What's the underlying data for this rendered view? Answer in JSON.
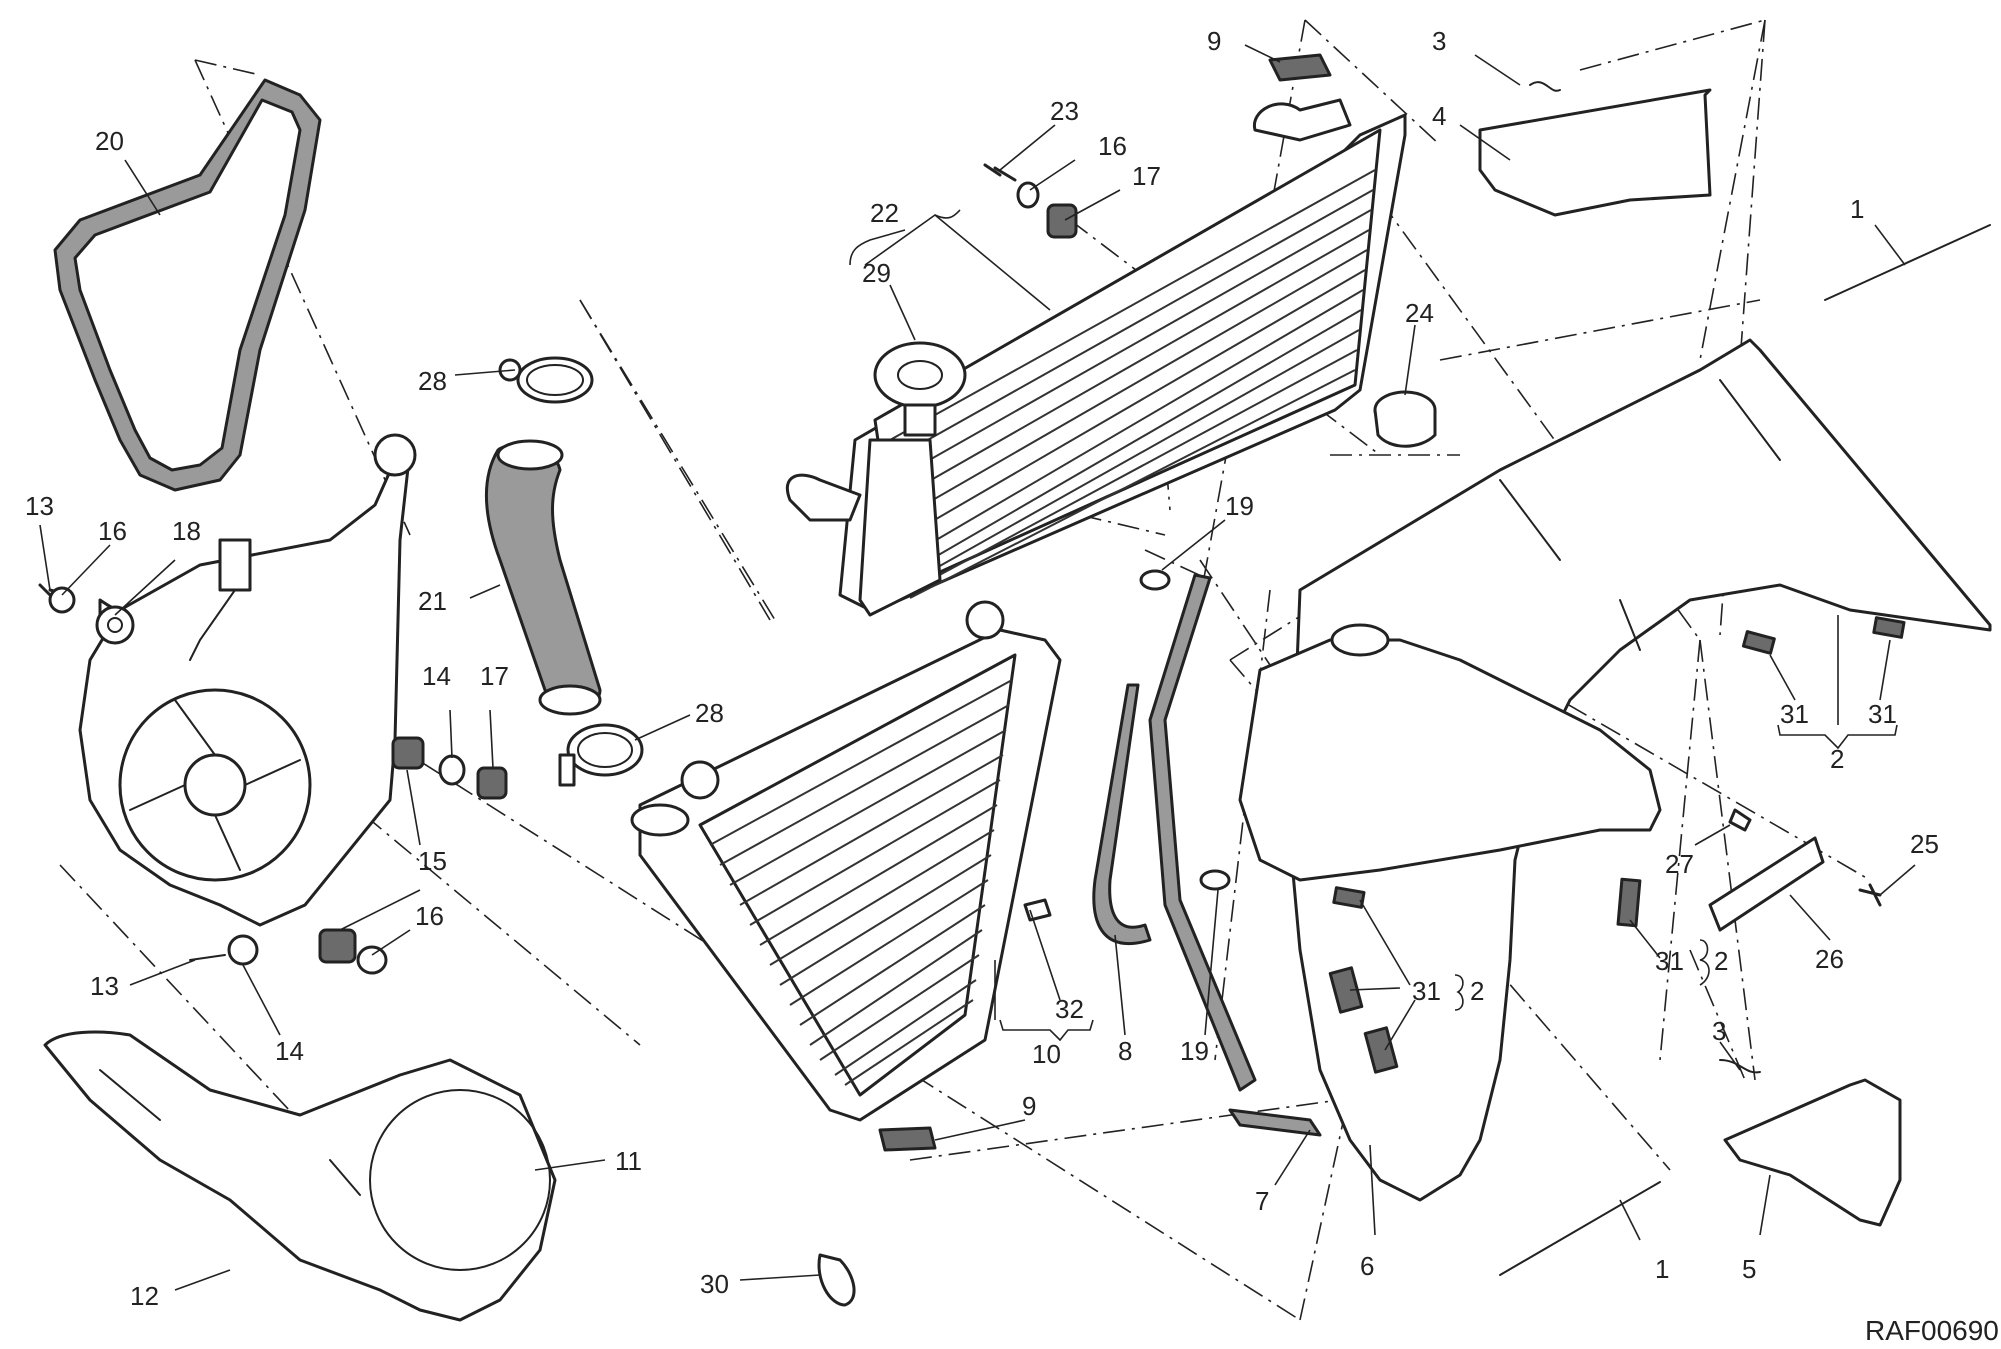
{
  "diagram": {
    "drawing_id": "RAF00690",
    "callouts": [
      {
        "id": "c-20",
        "text": "20"
      },
      {
        "id": "c-13a",
        "text": "13"
      },
      {
        "id": "c-16a",
        "text": "16"
      },
      {
        "id": "c-18",
        "text": "18"
      },
      {
        "id": "c-28a",
        "text": "28"
      },
      {
        "id": "c-21",
        "text": "21"
      },
      {
        "id": "c-14a",
        "text": "14"
      },
      {
        "id": "c-17a",
        "text": "17"
      },
      {
        "id": "c-15",
        "text": "15"
      },
      {
        "id": "c-16b",
        "text": "16"
      },
      {
        "id": "c-13b",
        "text": "13"
      },
      {
        "id": "c-14b",
        "text": "14"
      },
      {
        "id": "c-11",
        "text": "11"
      },
      {
        "id": "c-12",
        "text": "12"
      },
      {
        "id": "c-30",
        "text": "30"
      },
      {
        "id": "c-28b",
        "text": "28"
      },
      {
        "id": "c-9a",
        "text": "9"
      },
      {
        "id": "c-23",
        "text": "23"
      },
      {
        "id": "c-16c",
        "text": "16"
      },
      {
        "id": "c-17b",
        "text": "17"
      },
      {
        "id": "c-22",
        "text": "22"
      },
      {
        "id": "c-29",
        "text": "29"
      },
      {
        "id": "c-3a",
        "text": "3"
      },
      {
        "id": "c-4",
        "text": "4"
      },
      {
        "id": "c-1a",
        "text": "1"
      },
      {
        "id": "c-24",
        "text": "24"
      },
      {
        "id": "c-19a",
        "text": "19"
      },
      {
        "id": "c-19b",
        "text": "19"
      },
      {
        "id": "c-8",
        "text": "8"
      },
      {
        "id": "c-32",
        "text": "32"
      },
      {
        "id": "c-10",
        "text": "10"
      },
      {
        "id": "c-9b",
        "text": "9"
      },
      {
        "id": "c-7",
        "text": "7"
      },
      {
        "id": "c-6",
        "text": "6"
      },
      {
        "id": "c-1b",
        "text": "1"
      },
      {
        "id": "c-5",
        "text": "5"
      },
      {
        "id": "c-3b",
        "text": "3"
      },
      {
        "id": "c-31a",
        "text": "31"
      },
      {
        "id": "c-31b",
        "text": "31"
      },
      {
        "id": "c-2a",
        "text": "2"
      },
      {
        "id": "c-27",
        "text": "27"
      },
      {
        "id": "c-25",
        "text": "25"
      },
      {
        "id": "c-26",
        "text": "26"
      },
      {
        "id": "c-31c",
        "text": "31"
      },
      {
        "id": "c-2b",
        "text": "2"
      },
      {
        "id": "c-31d",
        "text": "31"
      },
      {
        "id": "c-2c",
        "text": "2"
      }
    ]
  }
}
